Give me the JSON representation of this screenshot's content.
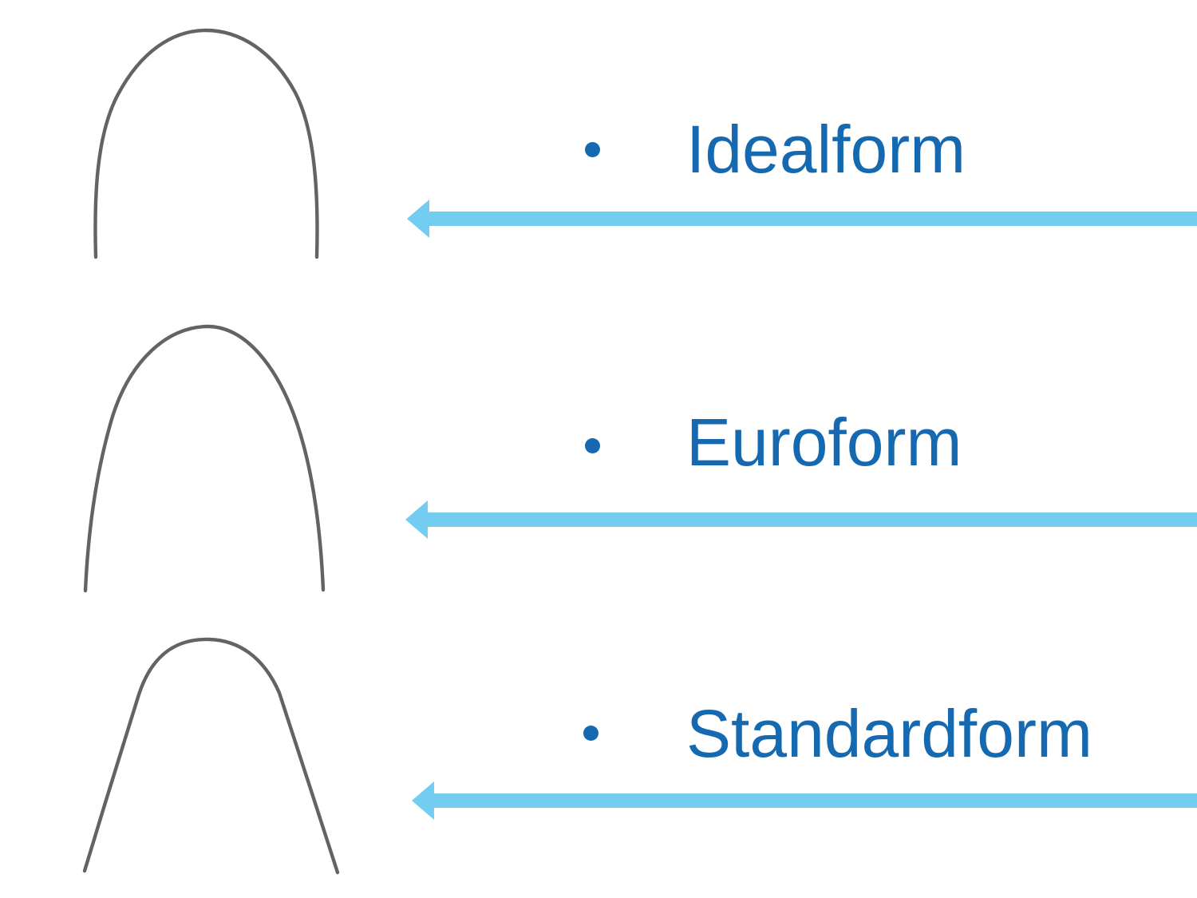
{
  "slide": {
    "bullet_char": "•",
    "items": [
      {
        "label": "Idealform",
        "shape": "idealform-archwire",
        "shape_description": "narrow rounded arch with nearly vertical legs"
      },
      {
        "label": "Euroform",
        "shape": "euroform-archwire",
        "shape_description": "tall parabolic arch with gently flaring legs"
      },
      {
        "label": "Standardform",
        "shape": "standardform-archwire",
        "shape_description": "wide tapered arch with straight diverging legs"
      }
    ]
  },
  "colors": {
    "label_text": "#1569b0",
    "arrow": "#72cdf0",
    "wire": "#636363",
    "background": "#ffffff"
  }
}
